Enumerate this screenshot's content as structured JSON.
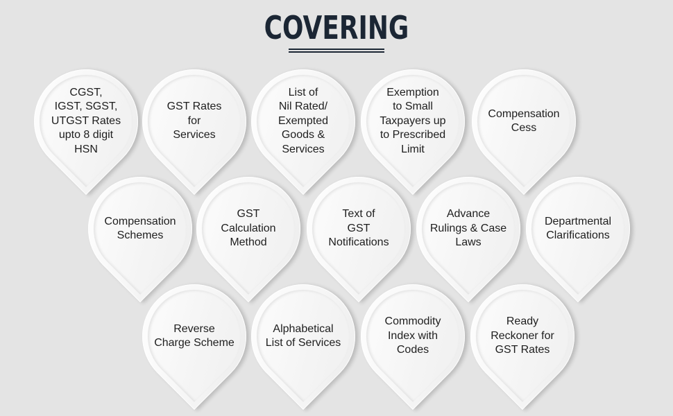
{
  "title": "COVERING",
  "items": [
    "CGST,\nIGST, SGST,\nUTGST Rates\nupto 8 digit\nHSN",
    "GST Rates\nfor\nServices",
    "List of\nNil Rated/\nExempted\nGoods &\nServices",
    "Exemption\nto Small\nTaxpayers up\nto Prescribed\nLimit",
    "Compensation\nCess",
    "Compensation\nSchemes",
    "GST\nCalculation\nMethod",
    "Text of\nGST\nNotifications",
    "Advance\nRulings & Case\nLaws",
    "Departmental\nClarifications",
    "Reverse\nCharge Scheme",
    "Alphabetical\nList of Services",
    "Commodity\nIndex with\nCodes",
    "Ready\nReckoner for\nGST Rates"
  ]
}
